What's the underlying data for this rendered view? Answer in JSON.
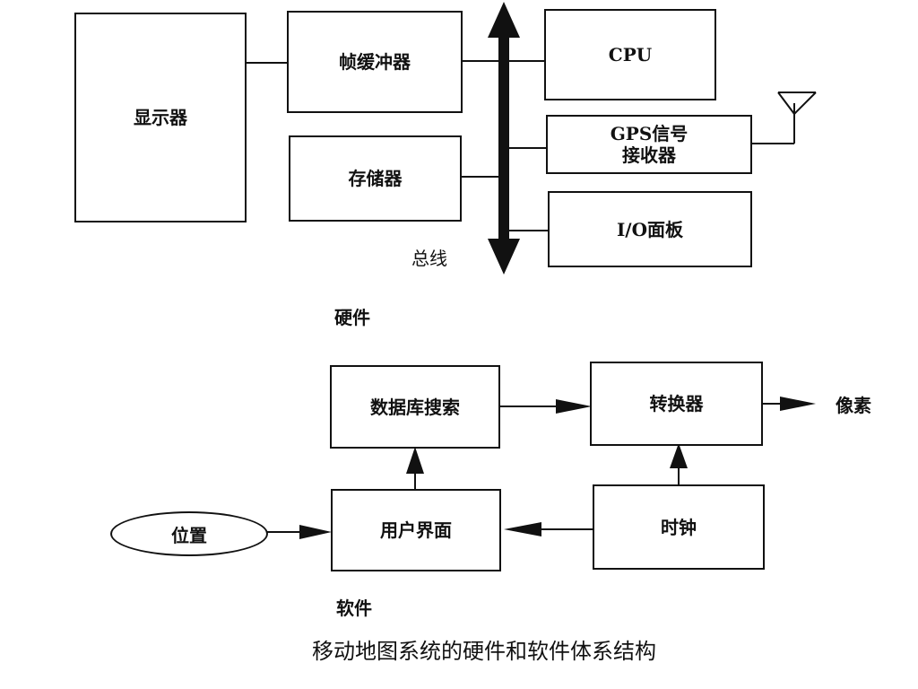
{
  "hardware": {
    "display": "显示器",
    "frame_buffer": "帧缓冲器",
    "memory": "存储器",
    "cpu": "CPU",
    "gps_receiver": "GPS信号\n接收器",
    "io_panel": "I/O面板",
    "bus_label": "总线",
    "section_label": "硬件"
  },
  "software": {
    "db_search": "数据库搜索",
    "converter": "转换器",
    "pixels": "像素",
    "user_interface": "用户界面",
    "clock": "时钟",
    "position": "位置",
    "section_label": "软件"
  },
  "caption": "移动地图系统的硬件和软件体系结构"
}
